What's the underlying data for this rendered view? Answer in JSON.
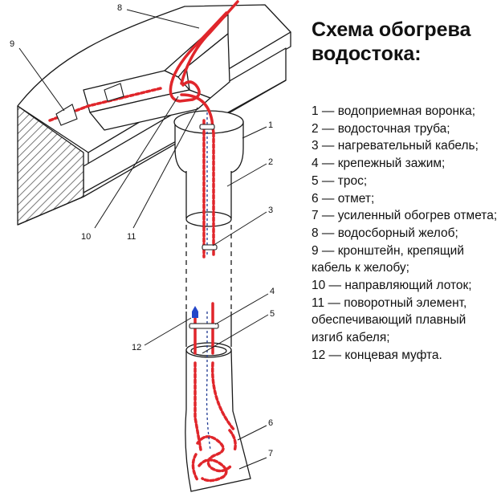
{
  "title_line1": "Схема обогрева",
  "title_line2": "водостока:",
  "legend": [
    "1 — водоприемная воронка;",
    "2 — водосточная труба;",
    "3 — нагревательный кабель;",
    "4 — крепежный зажим;",
    "5 — трос;",
    "6 — отмет;",
    "7 — усиленный обогрев отмета;",
    "8 — водосборный желоб;",
    "9 — кронштейн, крепящий кабель к желобу;",
    "10 — направляющий лоток;",
    "11 — поворотный элемент, обеспечивающий плавный изгиб кабеля;",
    "12 — концевая муфта."
  ],
  "callouts": [
    "1",
    "2",
    "3",
    "4",
    "5",
    "6",
    "7",
    "8",
    "9",
    "10",
    "11",
    "12"
  ],
  "colors": {
    "cable": "#e0262b",
    "line": "#1a1a1a",
    "hatch": "#555555",
    "end_cap": "#2446c8",
    "rope": "#1f3a93"
  }
}
